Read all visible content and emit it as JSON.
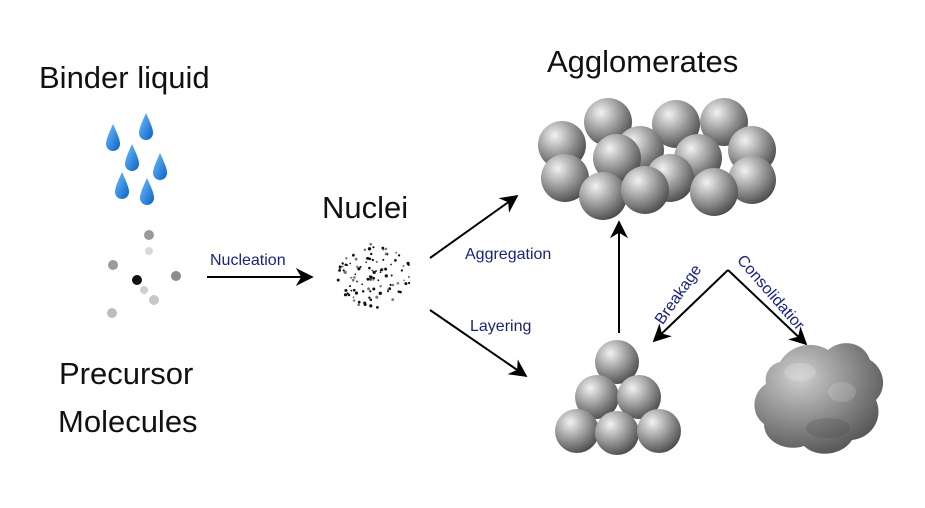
{
  "labels": {
    "binder_liquid": "Binder liquid",
    "precursor_line1": "Precursor",
    "precursor_line2": "Molecules",
    "nuclei": "Nuclei",
    "agglomerates": "Agglomerates",
    "nucleation": "Nucleation",
    "aggregation": "Aggregation",
    "layering": "Layering",
    "breakage": "Breakage",
    "consolidation": "Consolidatior"
  },
  "colors": {
    "droplet": "#1e88e5",
    "arrow_label": "#1a237e",
    "sphere": "#8a8a8a"
  }
}
